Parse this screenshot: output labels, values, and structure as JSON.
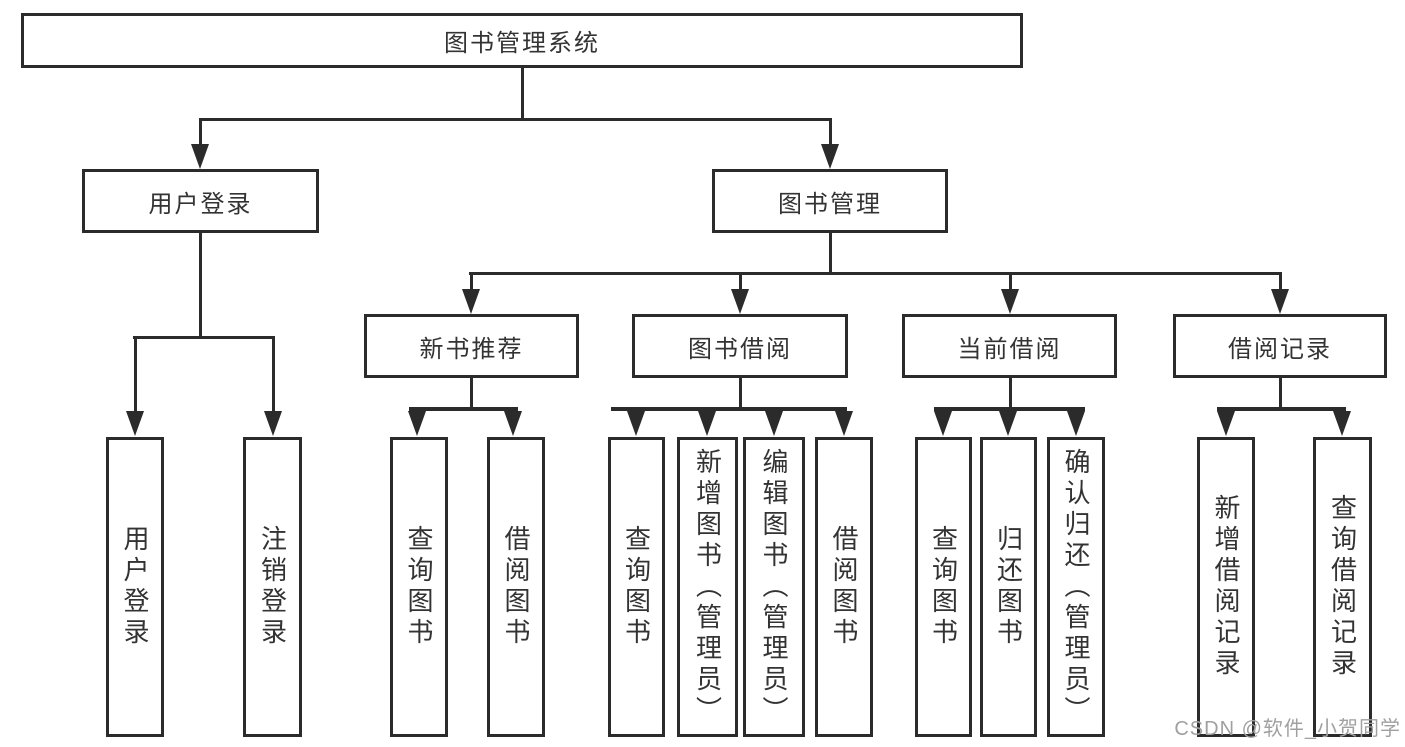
{
  "colors": {
    "line": "#2b2b2b",
    "text": "#333333",
    "background": "#ffffff",
    "watermark": "#a0a0a0"
  },
  "watermark": {
    "text": "CSDN @软件_小贺同学"
  },
  "tree": {
    "root": {
      "label": "图书管理系统",
      "children": [
        {
          "label": "用户登录",
          "children": [
            {
              "label": "用户登录"
            },
            {
              "label": "注销登录"
            }
          ]
        },
        {
          "label": "图书管理",
          "children": [
            {
              "label": "新书推荐",
              "children": [
                {
                  "label": "查询图书"
                },
                {
                  "label": "借阅图书"
                }
              ]
            },
            {
              "label": "图书借阅",
              "children": [
                {
                  "label": "查询图书"
                },
                {
                  "label": "新增图书（管理员）"
                },
                {
                  "label": "编辑图书（管理员）"
                },
                {
                  "label": "借阅图书"
                }
              ]
            },
            {
              "label": "当前借阅",
              "children": [
                {
                  "label": "查询图书"
                },
                {
                  "label": "归还图书"
                },
                {
                  "label": "确认归还（管理员）"
                }
              ]
            },
            {
              "label": "借阅记录",
              "children": [
                {
                  "label": "新增借阅记录"
                },
                {
                  "label": "查询借阅记录"
                }
              ]
            }
          ]
        }
      ]
    }
  }
}
